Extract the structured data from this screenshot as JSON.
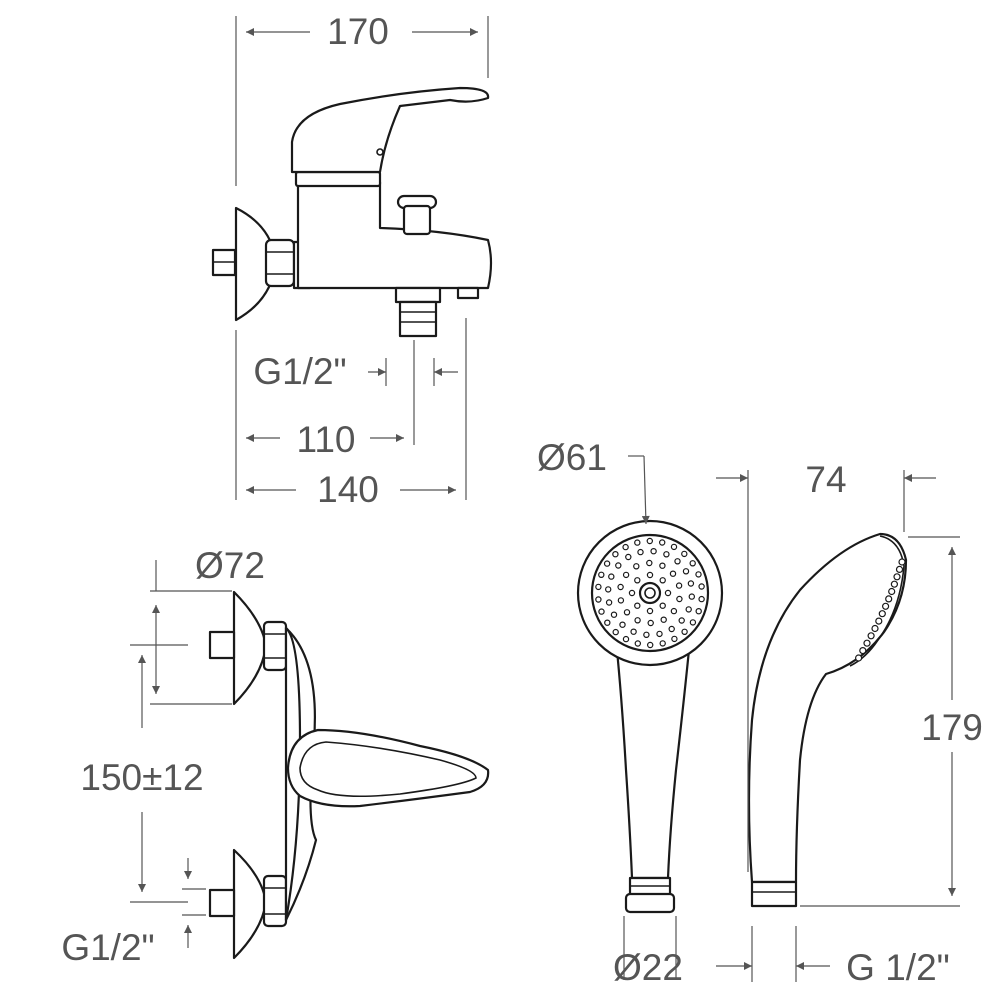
{
  "colors": {
    "line": "#1a1a1a",
    "dimension": "#555555",
    "background": "#ffffff"
  },
  "bath_mixer_top": {
    "width_overall": "170",
    "outlet_thread": "G1/2\"",
    "outlet_offset": "110",
    "spout_reach": "140"
  },
  "bath_mixer_front": {
    "rosette_diameter": "Ø72",
    "inlet_spacing": "150±12",
    "inlet_thread": "G1/2\""
  },
  "hand_shower": {
    "head_diameter": "Ø61",
    "depth": "74",
    "length": "179",
    "handle_diameter": "Ø22",
    "connection_thread": "G 1/2\""
  }
}
